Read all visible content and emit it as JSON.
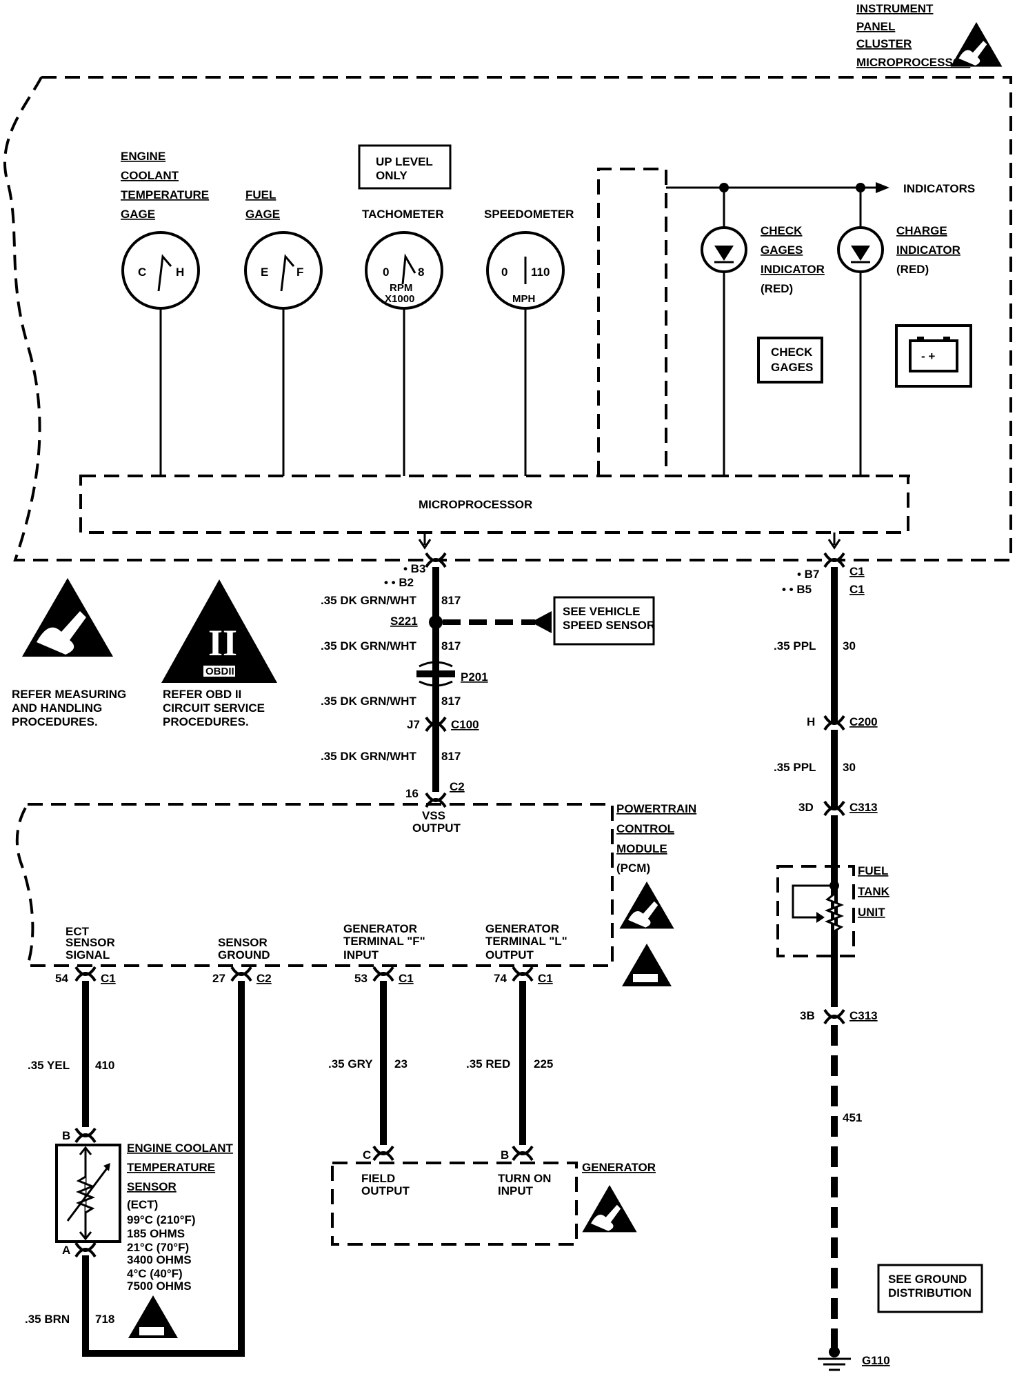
{
  "cluster": {
    "title_lines": [
      "INSTRUMENT",
      "PANEL",
      "CLUSTER",
      "MICROPROCESSOR"
    ],
    "gauges": [
      {
        "label_lines": [
          "ENGINE",
          "COOLANT",
          "TEMPERATURE",
          "GAGE"
        ],
        "left": "C",
        "right": "H",
        "sub": ""
      },
      {
        "label_lines": [
          "FUEL",
          "GAGE"
        ],
        "left": "E",
        "right": "F",
        "sub": ""
      },
      {
        "label_lines": [
          "TACHOMETER"
        ],
        "left": "0",
        "right": "8",
        "sub": "RPM",
        "sub2": "X1000"
      },
      {
        "label_lines": [
          "SPEEDOMETER"
        ],
        "left": "0",
        "right": "110",
        "sub": "MPH"
      }
    ],
    "up_level_lines": [
      "UP LEVEL",
      "ONLY"
    ],
    "indicators_label": "INDICATORS",
    "check_gages_indicator_lines": [
      "CHECK",
      "GAGES",
      "INDICATOR",
      "(RED)"
    ],
    "charge_indicator_lines": [
      "CHARGE",
      "INDICATOR",
      "(RED)"
    ],
    "check_gages_symbol_lines": [
      "CHECK",
      "GAGES"
    ],
    "battery_symbol": "- +",
    "microprocessor_label": "MICROPROCESSOR"
  },
  "warnings": {
    "esd_text_lines": [
      "REFER MEASURING",
      "AND HANDLING",
      "PROCEDURES."
    ],
    "obd_text_lines": [
      "REFER OBD II",
      "CIRCUIT SERVICE",
      "PROCEDURES."
    ],
    "obd_symbol": "II",
    "obd_badge": "OBDII"
  },
  "vss_circuit": {
    "pin_b3": "• B3",
    "pin_b2": "• • B2",
    "wire_color": ".35 DK GRN/WHT",
    "circuit": "817",
    "splice": "S221",
    "see_vss_lines": [
      "SEE VEHICLE",
      "SPEED SENSOR"
    ],
    "p201": "P201",
    "j7": "J7",
    "c100": "C100",
    "pin_16": "16",
    "c2": "C2",
    "vss_output_lines": [
      "VSS",
      "OUTPUT"
    ]
  },
  "fuel_circuit": {
    "pin_b7": "• B7",
    "pin_b5": "• • B5",
    "c1": "C1",
    "wire_color": ".35 PPL",
    "circuit": "30",
    "h": "H",
    "c200": "C200",
    "pin_3d": "3D",
    "c313": "C313",
    "fuel_tank_lines": [
      "FUEL",
      "TANK",
      "UNIT"
    ],
    "pin_3b": "3B",
    "circuit_451": "451",
    "see_ground_lines": [
      "SEE GROUND",
      "DISTRIBUTION"
    ],
    "g110": "G110"
  },
  "pcm": {
    "label_lines": [
      "POWERTRAIN",
      "CONTROL",
      "MODULE",
      "(PCM)"
    ],
    "terminals": [
      {
        "label_lines": [
          "ECT",
          "SENSOR",
          "SIGNAL"
        ],
        "pin": "54",
        "conn": "C1",
        "wire": ".35 YEL",
        "circuit": "410"
      },
      {
        "label_lines": [
          "SENSOR",
          "GROUND"
        ],
        "pin": "27",
        "conn": "C2",
        "wire": "",
        "circuit": ""
      },
      {
        "label_lines": [
          "GENERATOR",
          "TERMINAL \"F\"",
          "INPUT"
        ],
        "pin": "53",
        "conn": "C1",
        "wire": ".35 GRY",
        "circuit": "23"
      },
      {
        "label_lines": [
          "GENERATOR",
          "TERMINAL \"L\"",
          "OUTPUT"
        ],
        "pin": "74",
        "conn": "C1",
        "wire": ".35 RED",
        "circuit": "225"
      }
    ]
  },
  "ect_sensor": {
    "pin_b": "B",
    "pin_a": "A",
    "label_lines": [
      "ENGINE COOLANT",
      "TEMPERATURE",
      "SENSOR"
    ],
    "spec_lines": [
      "(ECT)",
      "99°C (210°F)",
      "185 OHMS",
      "21°C (70°F)",
      "3400 OHMS",
      "4°C (40°F)",
      "7500 OHMS"
    ],
    "ground_wire": ".35 BRN",
    "ground_circuit": "718"
  },
  "generator": {
    "label": "GENERATOR",
    "pin_c": "C",
    "pin_b": "B",
    "field_lines": [
      "FIELD",
      "OUTPUT"
    ],
    "turn_on_lines": [
      "TURN ON",
      "INPUT"
    ]
  }
}
